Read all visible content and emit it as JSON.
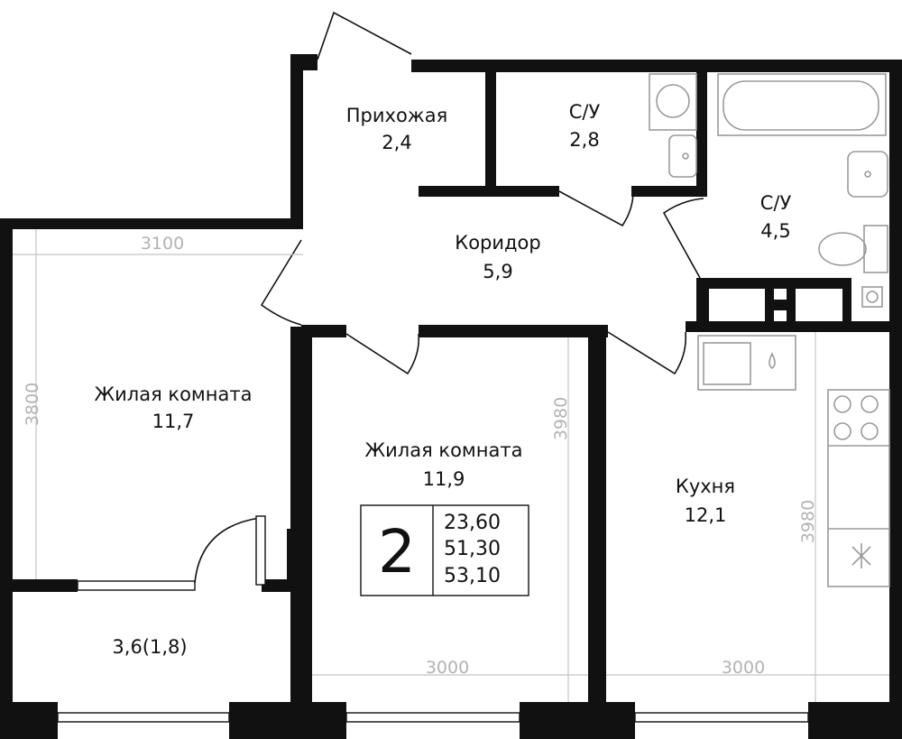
{
  "plan": {
    "rooms": [
      {
        "id": "hallway",
        "name": "Прихожая",
        "area": "2,4"
      },
      {
        "id": "bath-small",
        "name": "С/У",
        "area": "2,8"
      },
      {
        "id": "bath-large",
        "name": "С/У",
        "area": "4,5"
      },
      {
        "id": "corridor",
        "name": "Коридор",
        "area": "5,9"
      },
      {
        "id": "living-left",
        "name": "Жилая комната",
        "area": "11,7"
      },
      {
        "id": "living-center",
        "name": "Жилая комната",
        "area": "11,9"
      },
      {
        "id": "kitchen",
        "name": "Кухня",
        "area": "12,1"
      },
      {
        "id": "balcony",
        "name": "3,6(1,8)"
      }
    ],
    "dimensions": {
      "left_width": "3100",
      "left_height": "3800",
      "center_height": "3980",
      "center_width": "3000",
      "kitchen_height": "3980",
      "kitchen_width": "3000"
    },
    "summary": {
      "rooms_count": "2",
      "living_area": "23,60",
      "total_area": "51,30",
      "total_area_with_balcony": "53,10"
    },
    "colors": {
      "wall": "#111111",
      "fixture": "#9a9a9a",
      "dimension": "#b3b3b3",
      "background": "#ffffff"
    }
  }
}
